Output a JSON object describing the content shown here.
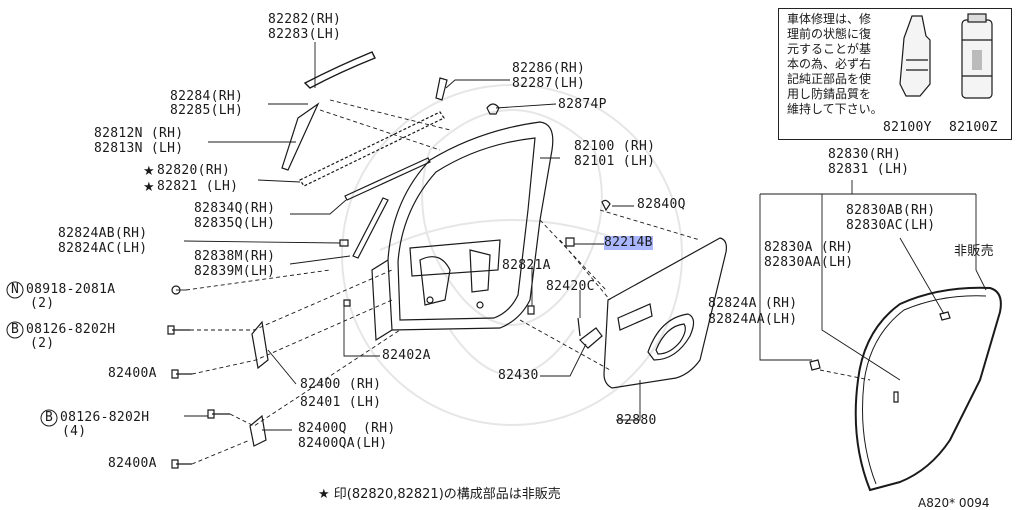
{
  "labels": {
    "p82282": "82282(RH)",
    "p82283": "82283(LH)",
    "p82286": "82286(RH)",
    "p82287": "82287(LH)",
    "p82874P": "82874P",
    "p82284": "82284(RH)",
    "p82285": "82285(LH)",
    "p82812N": "82812N (RH)",
    "p82813N": "82813N (LH)",
    "p82100": "82100 (RH)",
    "p82101": "82101 (LH)",
    "p82820": "82820(RH)",
    "p82821": "82821 (LH)",
    "p82834Q": "82834Q(RH)",
    "p82835Q": "82835Q(LH)",
    "p82840Q": "82840Q",
    "p82824AB": "82824AB(RH)",
    "p82824AC": "82824AC(LH)",
    "p82214B": "82214B",
    "p82838M": "82838M(RH)",
    "p82839M": "82839M(LH)",
    "p82821A": "82821A",
    "p08918": "08918-2081A",
    "p08918q": "(2)",
    "p82420C": "82420C",
    "p08126a": "08126-8202H",
    "p08126aq": "(2)",
    "p82402A": "82402A",
    "p82400A1": "82400A",
    "p82430": "82430",
    "p82400": "82400 (RH)",
    "p82401": "82401 (LH)",
    "p08126b": "08126-8202H",
    "p08126bq": "(4)",
    "p82880": "82880",
    "p82400Q": "82400Q  (RH)",
    "p82400QA": "82400QA(LH)",
    "p82400A2": "82400A",
    "p82830": "82830(RH)",
    "p82831": "82831 (LH)",
    "p82830AB": "82830AB(RH)",
    "p82830AC": "82830AC(LH)",
    "p82830A": "82830A (RH)",
    "p82830AA": "82830AA(LH)",
    "p82824A": "82824A (RH)",
    "p82824AA": "82824AA(LH)",
    "hihanbai": "非販売",
    "p82100Y": "82100Y",
    "p82100Z": "82100Z"
  },
  "prefixes": {
    "N": "N",
    "B": "B",
    "star": "★"
  },
  "note": {
    "lines": [
      "車体修理は、修",
      "理前の状態に復",
      "元することが基",
      "本の為、必ず右",
      "記純正部品を使",
      "用し防錆品質を",
      "維持して下さい。"
    ]
  },
  "footer": {
    "note": "★ 印(82820,82821)の構成部品は非販売",
    "code": "A820* 0094"
  },
  "colors": {
    "highlight": "#aab7ff",
    "line": "#1a1a1a"
  }
}
